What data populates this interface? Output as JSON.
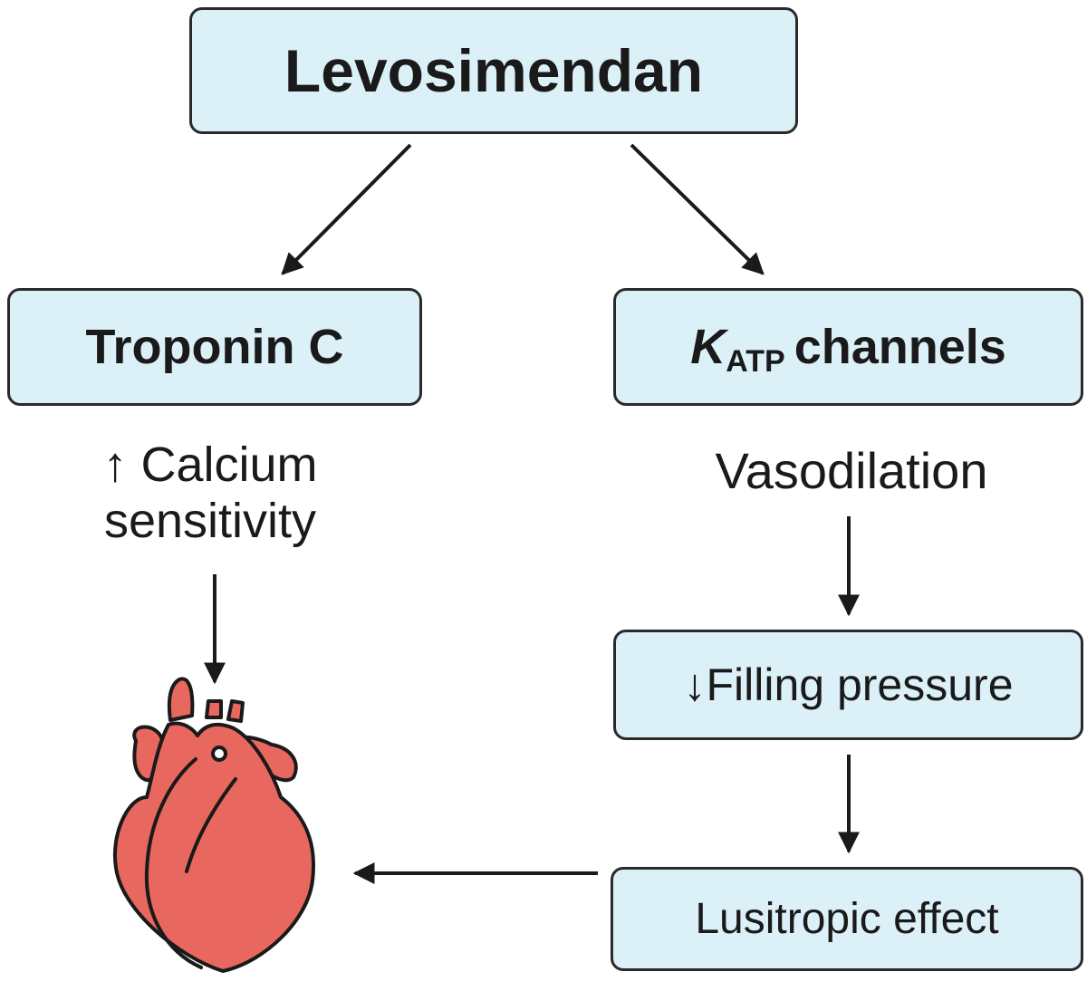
{
  "nodes": {
    "top": {
      "label": "Levosimendan"
    },
    "troponin": {
      "label": "Troponin C"
    },
    "katp": {
      "k": "K",
      "sub": "ATP",
      "rest": "channels"
    },
    "calcium": {
      "line1": "↑ Calcium",
      "line2": "sensitivity"
    },
    "vasodilation": {
      "label": "Vasodilation"
    },
    "filling": {
      "label": "↓Filling pressure"
    },
    "lusitropic": {
      "label": "Lusitropic effect"
    }
  },
  "icons": {
    "heart": "heart-icon",
    "arrow": "arrow-icon"
  },
  "colors": {
    "box_fill": "#dcf0f8",
    "box_border": "#2a2a2a",
    "heart_fill": "#e8675e",
    "heart_outline": "#1a1a1a",
    "arrow": "#1a1a1a"
  }
}
